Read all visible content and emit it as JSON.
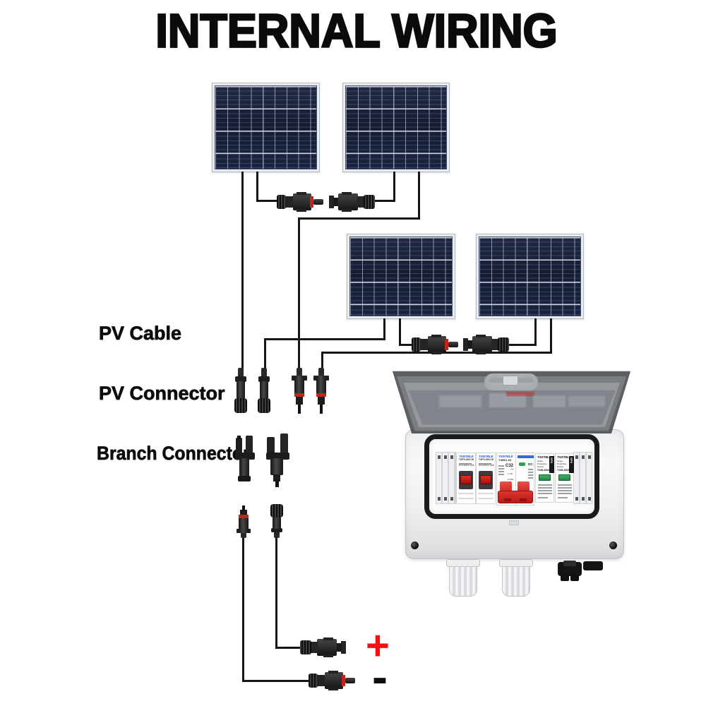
{
  "title": "INTERNAL WIRING",
  "labels": {
    "pv_cable": "PV Cable",
    "pv_connector": "PV Connector",
    "branch_connector": "Branch Connector"
  },
  "polarity": {
    "plus": "+",
    "minus": "-"
  },
  "combiner_box": {
    "fuse": {
      "brand": "TXIXTELE",
      "model": "TXPV-32II CE",
      "rating": "DC1000V 32A"
    },
    "breaker": {
      "brand": "TXIXTELE",
      "model": "TXB01-63",
      "curve": "C32",
      "ce": "CE",
      "dc": "DC",
      "on": "1 ON",
      "off": "0 OFF"
    },
    "spd": {
      "brand": "TXIXTELE",
      "type_line1": "Surge",
      "type_line2": "Protective",
      "type_line3": "Device",
      "model": "TXSB-40NX",
      "ribbon": "SPD"
    }
  },
  "colors": {
    "wire": "#151515",
    "panel_cell": "#1b2238",
    "toggle_red": "#d32b26",
    "spd_green": "#2f9e52",
    "brand_blue": "#2356c5",
    "plus_red": "#ee1212"
  }
}
